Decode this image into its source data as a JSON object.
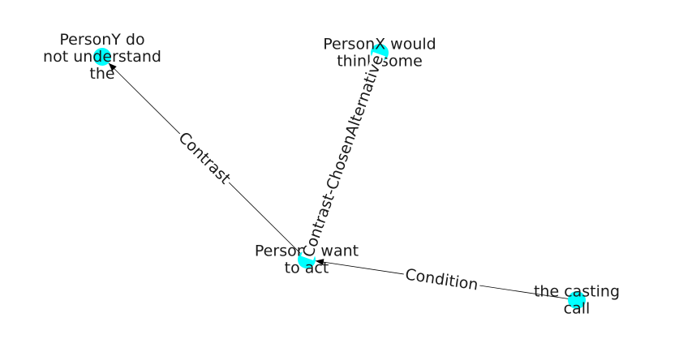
{
  "colors": {
    "node": "#00ffff",
    "edge": "#000000",
    "text": "#1a1a1a",
    "background": "#ffffff"
  },
  "nodes": [
    {
      "id": "n_acting",
      "lines": [
        "PersonY want",
        "to act"
      ]
    },
    {
      "id": "n_understand",
      "lines": [
        "PersonY do",
        "not understand",
        "the"
      ]
    },
    {
      "id": "n_think",
      "lines": [
        "PersonX would",
        "think some"
      ]
    },
    {
      "id": "n_casting",
      "lines": [
        "the casting",
        "call"
      ]
    }
  ],
  "edges": [
    {
      "from": "n_acting",
      "to": "n_understand",
      "label": "Contrast"
    },
    {
      "from": "n_acting",
      "to": "n_think",
      "label": "Contrast-ChosenAlternative"
    },
    {
      "from": "n_casting",
      "to": "n_acting",
      "label": "Condition"
    }
  ]
}
